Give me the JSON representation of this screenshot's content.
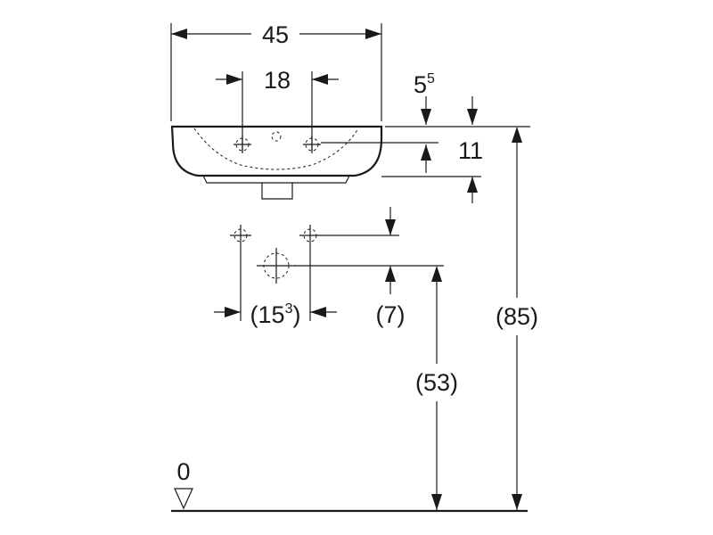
{
  "dimensions": {
    "overall_width": "45",
    "tap_hole_spacing": "18",
    "rim_offset_main": "5",
    "rim_offset_sup": "5",
    "bowl_height": "11",
    "supply_spacing_main": "(15",
    "supply_spacing_sup": "3",
    "supply_spacing_close": ")",
    "supply_offset": "(7)",
    "waste_height": "(53)",
    "rim_height": "(85)",
    "floor_level": "0"
  },
  "colors": {
    "line": "#1a1a1a",
    "background": "#ffffff"
  }
}
